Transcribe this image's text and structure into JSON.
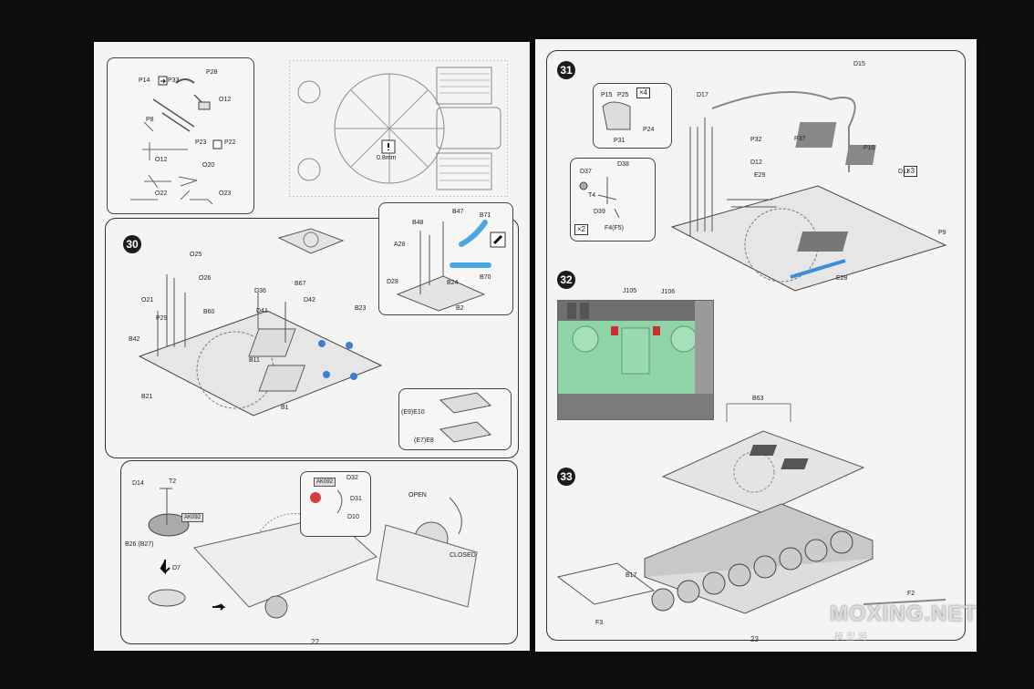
{
  "left_page": {
    "page_number": "22",
    "parts_box": {
      "labels": [
        "P14",
        "P33",
        "P28",
        "O12",
        "P8",
        "P23",
        "P22",
        "O12",
        "O20",
        "O22",
        "O23"
      ]
    },
    "plan": {
      "measure": "0.8mm"
    },
    "step30": {
      "number": "30",
      "labels": [
        "O25",
        "O26",
        "O21",
        "P29",
        "B60",
        "B42",
        "B21",
        "D36",
        "D41",
        "B67",
        "D42",
        "B11",
        "B1",
        "B23"
      ],
      "inset": {
        "labels": [
          "B47",
          "B71",
          "B48",
          "A28",
          "D28",
          "B24",
          "B70",
          "B2"
        ]
      },
      "mesh": {
        "labels": [
          "(E9)E10",
          "(E7)E8"
        ]
      }
    },
    "subassembly": {
      "labels": [
        "D14",
        "T2",
        "B26 (B27)",
        "D7",
        "D32",
        "D31",
        "D10",
        "OPEN",
        "CLOSED"
      ],
      "paint_tag": "AK092"
    }
  },
  "right_page": {
    "page_number": "23",
    "step31": {
      "number": "31",
      "labels": [
        "D15",
        "D17",
        "P15",
        "P25",
        "P24",
        "P31",
        "P32",
        "P37",
        "P10",
        "D12",
        "E29",
        "D11",
        "D37",
        "D38",
        "T4",
        "D39",
        "F4(F5)",
        "P9",
        "E28"
      ],
      "mult_a": "×4",
      "mult_b": "×3",
      "mult_c": "×2"
    },
    "step32": {
      "number": "32",
      "labels": [
        "J105",
        "J106"
      ]
    },
    "step33": {
      "number": "33",
      "labels": [
        "B63",
        "B17",
        "F3",
        "F2"
      ]
    }
  },
  "watermark": {
    "main": "MOXING.NET",
    "sub": "模型网"
  }
}
